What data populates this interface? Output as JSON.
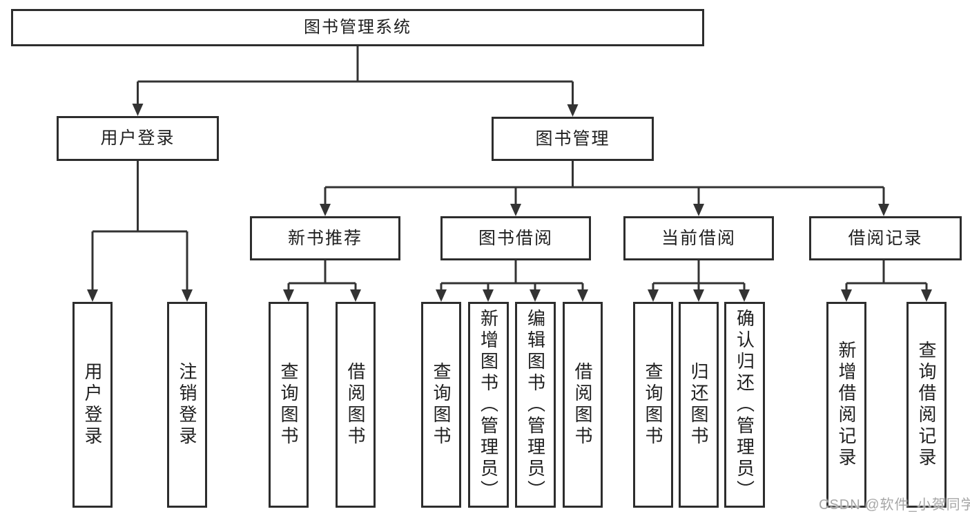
{
  "tree": {
    "root": {
      "label": "图书管理系统"
    },
    "branches": [
      {
        "label": "用户登录",
        "children": [
          {
            "label": "用户登录"
          },
          {
            "label": "注销登录"
          }
        ]
      },
      {
        "label": "图书管理",
        "children": [
          {
            "label": "新书推荐",
            "children": [
              {
                "label": "查询图书"
              },
              {
                "label": "借阅图书"
              }
            ]
          },
          {
            "label": "图书借阅",
            "children": [
              {
                "label": "查询图书"
              },
              {
                "label": "新增图书（管理员）"
              },
              {
                "label": "编辑图书（管理员）"
              },
              {
                "label": "借阅图书"
              }
            ]
          },
          {
            "label": "当前借阅",
            "children": [
              {
                "label": "查询图书"
              },
              {
                "label": "归还图书"
              },
              {
                "label": "确认归还（管理员）"
              }
            ]
          },
          {
            "label": "借阅记录",
            "children": [
              {
                "label": "新增借阅记录"
              },
              {
                "label": "查询借阅记录"
              }
            ]
          }
        ]
      }
    ]
  },
  "watermark": {
    "text": "CSDN @软件_小贺同学"
  },
  "colors": {
    "line": "#333333",
    "border": "#2d2d2d",
    "text": "#1f1f1f",
    "watermark": "#a6a6a6",
    "background": "#ffffff"
  }
}
